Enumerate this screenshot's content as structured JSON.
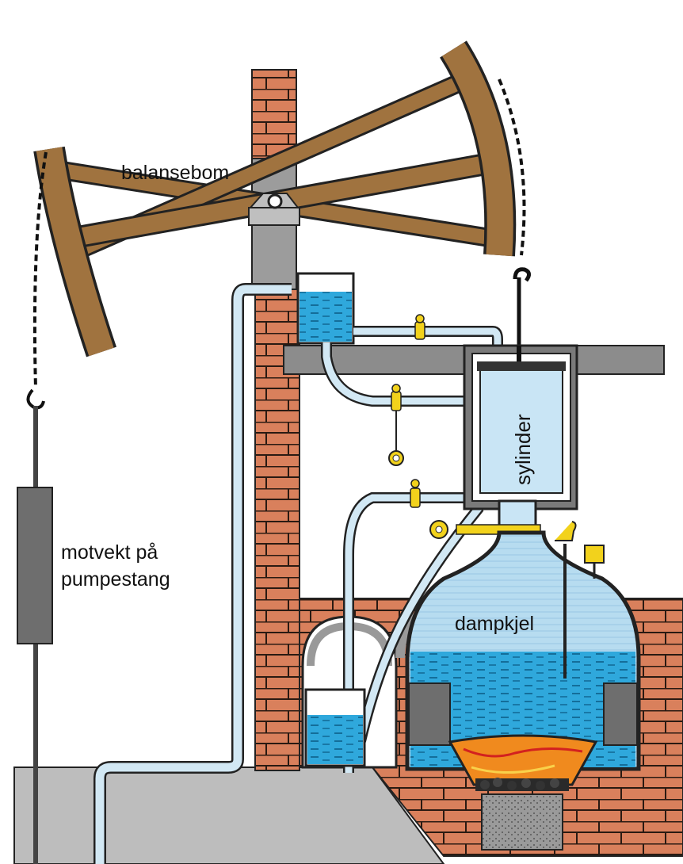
{
  "labels": {
    "beam": "balansebom",
    "counterweight_line1": "motvekt på",
    "counterweight_line2": "pumpestang",
    "cylinder": "sylinder",
    "boiler": "dampkjel"
  },
  "colors": {
    "brick": "#d9805c",
    "mortar": "#2a1a12",
    "wood": "#a0733f",
    "stone": "#9c9c9c",
    "metal": "#6e6e6e",
    "water": "#2fa8dc",
    "steam": "#b7dcf0",
    "pipe": "#d2e8f4",
    "brass": "#f2d21c",
    "fire": "#f08a1e",
    "coal": "#2a2a2a"
  }
}
